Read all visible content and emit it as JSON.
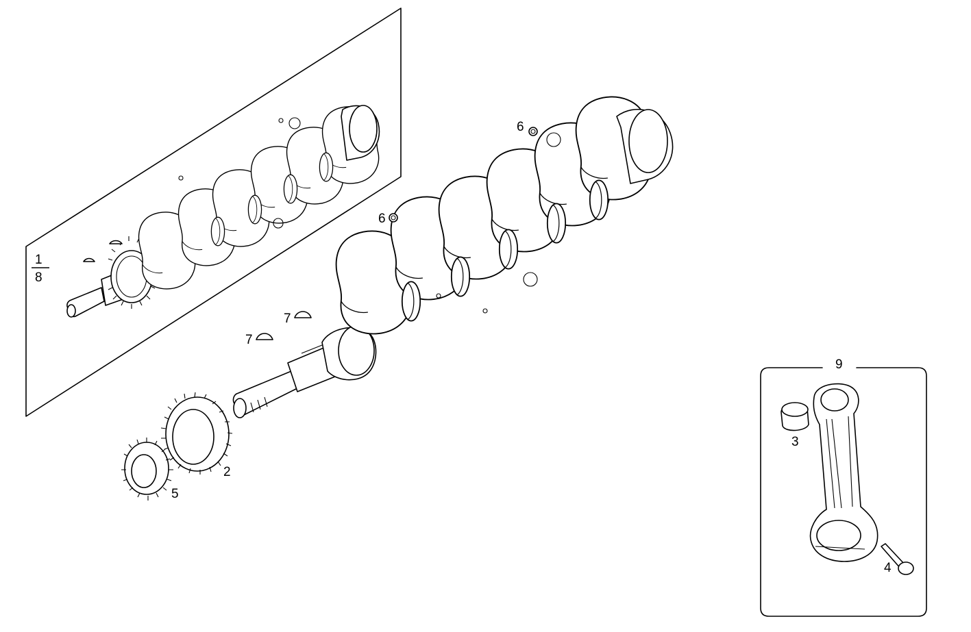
{
  "callouts": {
    "kit_top": "1",
    "kit_bottom": "8",
    "gear_large": "2",
    "bushing": "3",
    "bolt": "4",
    "gear_small": "5",
    "plug_upper": "6",
    "plug_lower": "6",
    "key_upper": "7",
    "key_lower": "7",
    "conrod_assembly": "9"
  }
}
